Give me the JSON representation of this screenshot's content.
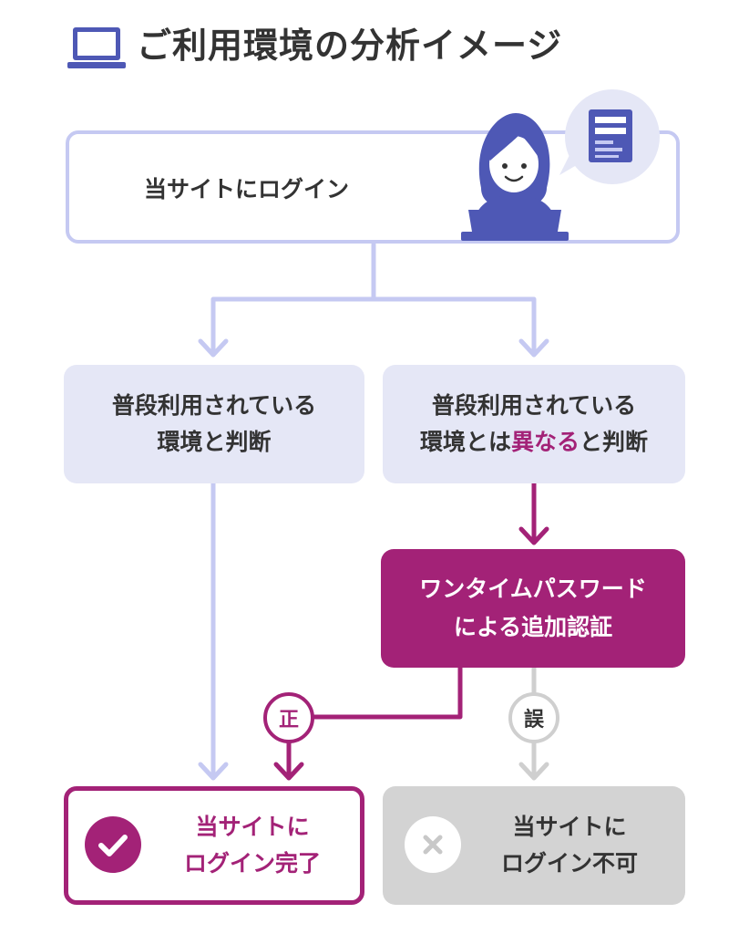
{
  "title": "ご利用環境の分析イメージ",
  "login": {
    "label": "当サイトにログイン"
  },
  "branches": {
    "left": {
      "line1": "普段利用されている",
      "line2": "環境と判断"
    },
    "right": {
      "line1": "普段利用されている",
      "line2_pre": "環境とは",
      "line2_em": "異なる",
      "line2_post": "と判断"
    }
  },
  "otp": {
    "line1": "ワンタイムパスワード",
    "line2": "による追加認証"
  },
  "decisions": {
    "correct": "正",
    "wrong": "誤"
  },
  "results": {
    "ok": {
      "line1": "当サイトに",
      "line2": "ログイン完了"
    },
    "ng": {
      "line1": "当サイトに",
      "line2": "ログイン不可"
    }
  },
  "colors": {
    "accent": "#a32277",
    "lavender": "#c5c9f2",
    "panel": "#e5e7f6",
    "indigo": "#4e58b5",
    "gray": "#d3d3d3"
  },
  "icons": [
    "laptop-icon",
    "user-at-laptop-icon",
    "login-form-icon",
    "check-icon",
    "cross-icon"
  ]
}
